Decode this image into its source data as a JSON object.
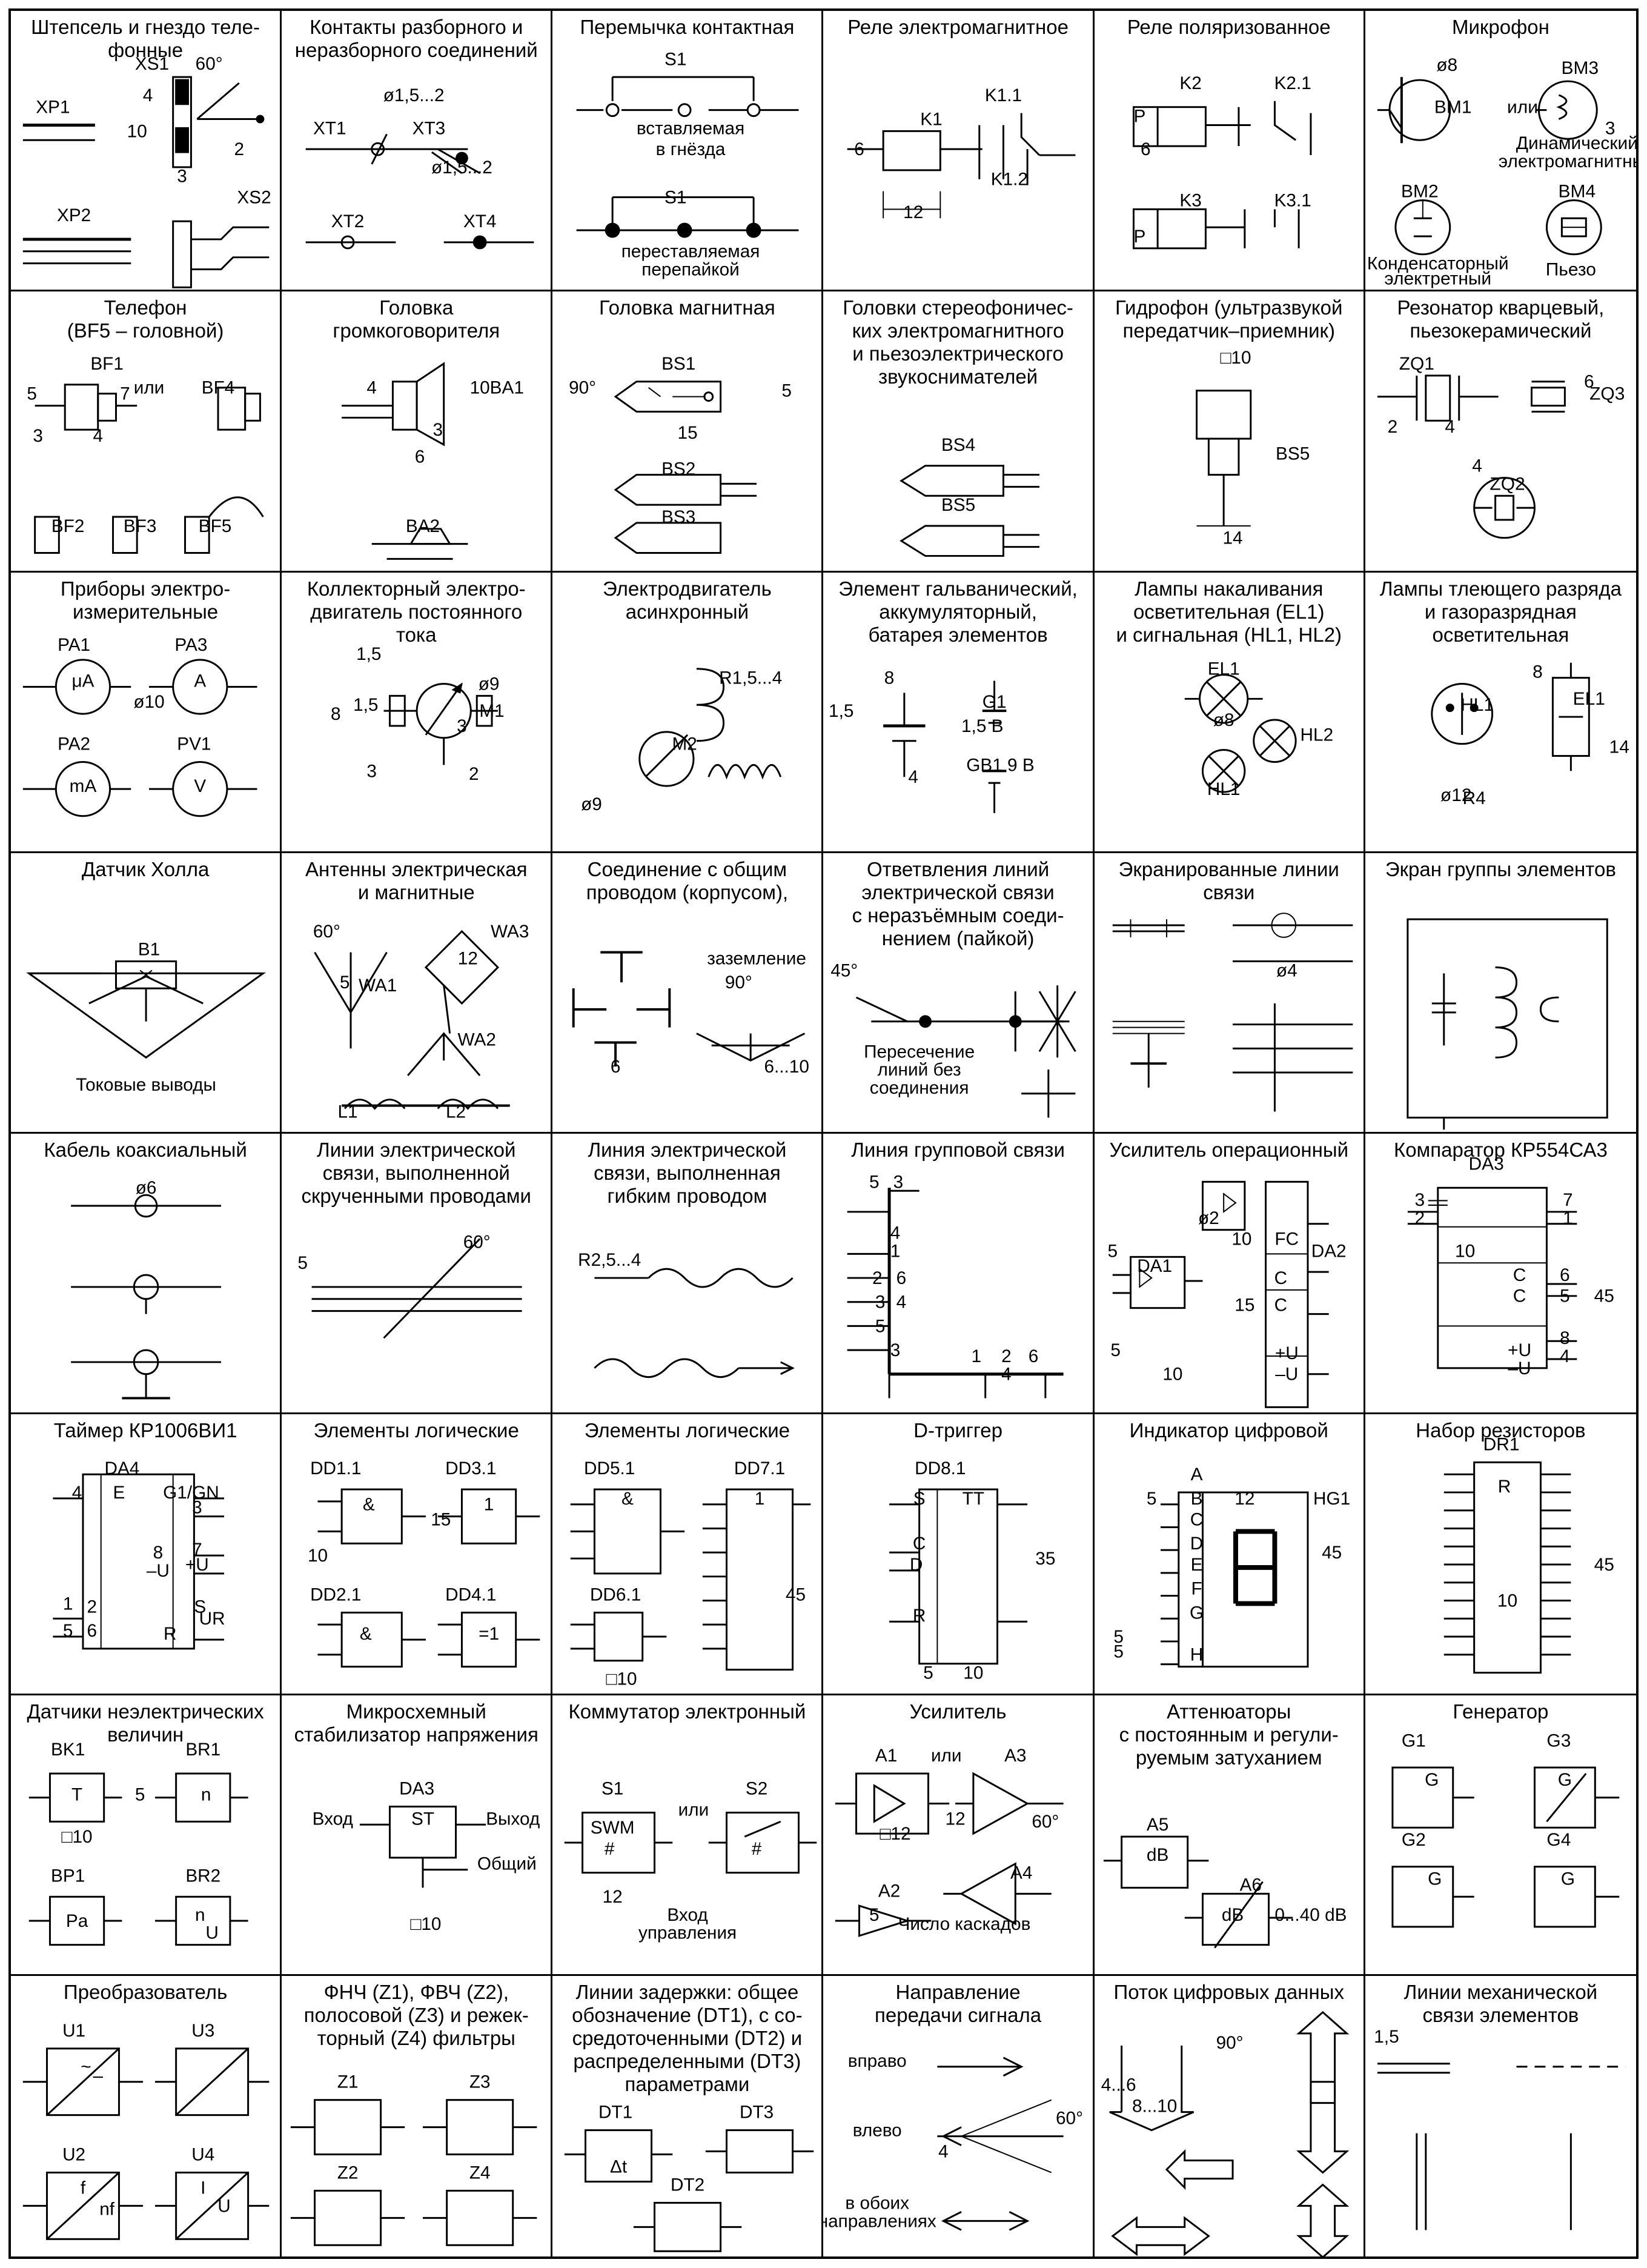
{
  "sheet": {
    "cells": [
      {
        "id": "c01",
        "title": "Штепсель и гнездо теле-\nфонные",
        "labels": [
          "XS1",
          "60°",
          "XP1",
          "4",
          "10",
          "3",
          "2",
          "XP2",
          "XS2"
        ],
        "symbol": "plug"
      },
      {
        "id": "c02",
        "title": "Контакты разборного и\nнеразборного соединений",
        "labels": [
          "ø1,5...2",
          "XT1",
          "XT3",
          "ø1,5...2",
          "XT2",
          "XT4"
        ],
        "symbol": "terminals"
      },
      {
        "id": "c03",
        "title": "Перемычка контактная",
        "labels": [
          "S1",
          "вставляемая",
          "в гнёзда",
          "S1",
          "переставляемая",
          "перепайкой"
        ],
        "symbol": "jumper"
      },
      {
        "id": "c04",
        "title": "Реле электромагнитное",
        "labels": [
          "K1.1",
          "K1",
          "6",
          "K1.2",
          "12"
        ],
        "symbol": "relay"
      },
      {
        "id": "c05",
        "title": "Реле поляризованное",
        "labels": [
          "K2",
          "K2.1",
          "P",
          "6",
          "K3",
          "K3.1",
          "P"
        ],
        "symbol": "prelay"
      },
      {
        "id": "c06",
        "title": "Микрофон",
        "labels": [
          "ø8",
          "BM3",
          "BM1",
          "или",
          "3",
          "Динамический",
          "электромагнитный",
          "BM2",
          "BM4",
          "Конденсаторный",
          "электретный",
          "Пьезо"
        ],
        "symbol": "mic"
      },
      {
        "id": "c07",
        "title": "Телефон\n(BF5 – головной)",
        "labels": [
          "BF1",
          "5",
          "7",
          "или",
          "BF4",
          "4",
          "3",
          "BF2",
          "BF3",
          "BF5"
        ],
        "symbol": "phone"
      },
      {
        "id": "c08",
        "title": "Головка\nгромкоговорителя",
        "labels": [
          "4",
          "10",
          "BA1",
          "3",
          "6",
          "BA2"
        ],
        "symbol": "speaker"
      },
      {
        "id": "c09",
        "title": "Головка магнитная",
        "labels": [
          "BS1",
          "90°",
          "5",
          "15",
          "BS2",
          "BS3"
        ],
        "symbol": "maghead"
      },
      {
        "id": "c10",
        "title": "Головки стереофоничес-\nких  электромагнитного\nи пьезоэлектрического\nзвукоснимателей",
        "labels": [
          "BS4",
          "BS5"
        ],
        "symbol": "pickup"
      },
      {
        "id": "c11",
        "title": "Гидрофон (ультразвукой\nпередатчик–приемник)",
        "labels": [
          "□10",
          "BS5",
          "14"
        ],
        "symbol": "hydrophone"
      },
      {
        "id": "c12",
        "title": "Резонатор кварцевый,\nпьезокерамический",
        "labels": [
          "ZQ1",
          "6",
          "ZQ3",
          "2",
          "4",
          "4",
          "ZQ2"
        ],
        "symbol": "crystal"
      },
      {
        "id": "c13",
        "title": "Приборы электро-\nизмерительные",
        "labels": [
          "PA1",
          "PA3",
          "μA",
          "A",
          "ø10",
          "PA2",
          "PV1",
          "mA",
          "V"
        ],
        "symbol": "meters"
      },
      {
        "id": "c14",
        "title": "Коллекторный электро-\nдвигатель постоянного\nтока",
        "labels": [
          "1,5",
          "ø9",
          "1,5",
          "8",
          "M1",
          "3",
          "3",
          "2"
        ],
        "symbol": "dcmotor"
      },
      {
        "id": "c15",
        "title": "Электродвигатель\nасинхронный",
        "labels": [
          "R1,5...4",
          "M2",
          "ø9"
        ],
        "symbol": "acmotor"
      },
      {
        "id": "c16",
        "title": "Элемент гальванический,\nаккумуляторный,\nбатарея элементов",
        "labels": [
          "8",
          "G1",
          "1,5 В",
          "1,5",
          "GB1 9 В",
          "4"
        ],
        "symbol": "battery"
      },
      {
        "id": "c17",
        "title": "Лампы накаливания\nосветительная (EL1)\nи сигнальная (HL1, HL2)",
        "labels": [
          "EL1",
          "ø8",
          "HL2",
          "HL1"
        ],
        "symbol": "lamps"
      },
      {
        "id": "c18",
        "title": "Лампы тлеющего разряда\nи газоразрядная\nосветительная",
        "labels": [
          "8",
          "EL1",
          "HL1",
          "14",
          "ø12",
          "R4"
        ],
        "symbol": "glow"
      },
      {
        "id": "c19",
        "title": "Датчик Холла",
        "labels": [
          "B1",
          "Токовые выводы"
        ],
        "symbol": "hall"
      },
      {
        "id": "c20",
        "title": "Антенны электрическая\nи магнитные",
        "labels": [
          "60°",
          "WA3",
          "12",
          "5",
          "WA1",
          "WA2",
          "L1",
          "L2"
        ],
        "symbol": "antenna"
      },
      {
        "id": "c21",
        "title": "Соединение с общим\nпроводом (корпусом),",
        "labels": [
          "заземление",
          "90°",
          "6",
          "6...10"
        ],
        "symbol": "ground"
      },
      {
        "id": "c22",
        "title": "Ответвления линий\nэлектрической связи\nс неразъёмным соеди-\nнением (пайкой)",
        "labels": [
          "45°",
          "Пересечение",
          "линий без",
          "соединения"
        ],
        "symbol": "junction"
      },
      {
        "id": "c23",
        "title": "Экранированные линии\nсвязи",
        "labels": [
          "ø4"
        ],
        "symbol": "shielded"
      },
      {
        "id": "c24",
        "title": "Экран группы элементов",
        "labels": [],
        "symbol": "screen"
      },
      {
        "id": "c25",
        "title": "Кабель коаксиальный",
        "labels": [
          "ø6"
        ],
        "symbol": "coax"
      },
      {
        "id": "c26",
        "title": "Линии электрической\nсвязи, выполненной\nскрученными проводами",
        "labels": [
          "60°",
          "5"
        ],
        "symbol": "twisted"
      },
      {
        "id": "c27",
        "title": "Линия электрической\nсвязи, выполненная\nгибким проводом",
        "labels": [
          "R2,5...4"
        ],
        "symbol": "flex"
      },
      {
        "id": "c28",
        "title": "Линия групповой связи",
        "labels": [
          "5",
          "3",
          "4",
          "1",
          "2",
          "6",
          "3",
          "4",
          "5",
          "3",
          "1",
          "2",
          "6",
          "4"
        ],
        "symbol": "bus"
      },
      {
        "id": "c29",
        "title": "Усилитель операционный",
        "labels": [
          "ø2",
          "10",
          "FC",
          "DA2",
          "DA1",
          "5",
          "15",
          "C",
          "C",
          "5",
          "10",
          "+U",
          "–U"
        ],
        "symbol": "opamp"
      },
      {
        "id": "c30",
        "title": "Компаратор КР554СА3",
        "labels": [
          "DA3",
          "3",
          "==",
          "7",
          "2",
          "1",
          "10",
          "C",
          "6",
          "C",
          "5",
          "45",
          "8",
          "+U",
          "4",
          "–U"
        ],
        "symbol": "comparator"
      },
      {
        "id": "c31",
        "title": "Таймер КР1006ВИ1",
        "labels": [
          "DA4",
          "4",
          "E",
          "G1/GN",
          "3",
          "7",
          "8",
          "+U",
          "–U",
          "1",
          "2",
          "S",
          "5",
          "6",
          "R",
          "UR"
        ],
        "symbol": "timer"
      },
      {
        "id": "c32",
        "title": "Элементы логические",
        "labels": [
          "DD1.1",
          "DD3.1",
          "&",
          "15",
          "1",
          "10",
          "DD2.1",
          "DD4.1",
          "&",
          "=1"
        ],
        "symbol": "logic1"
      },
      {
        "id": "c33",
        "title": "Элементы логические",
        "labels": [
          "DD5.1",
          "DD7.1",
          "&",
          "1",
          "45",
          "DD6.1",
          "□10"
        ],
        "symbol": "logic2"
      },
      {
        "id": "c34",
        "title": "D-триггер",
        "labels": [
          "DD8.1",
          "S",
          "TT",
          "C",
          "D",
          "35",
          "R",
          "5",
          "10"
        ],
        "symbol": "dtrigger"
      },
      {
        "id": "c35",
        "title": "Индикатор цифровой",
        "labels": [
          "A",
          "B",
          "12",
          "HG1",
          "5",
          "C",
          "D",
          "E",
          "F",
          "45",
          "G",
          "5",
          "5",
          "H"
        ],
        "symbol": "display"
      },
      {
        "id": "c36",
        "title": "Набор резисторов",
        "labels": [
          "DR1",
          "R",
          "45",
          "10"
        ],
        "symbol": "resarray"
      },
      {
        "id": "c37",
        "title": "Датчики неэлектрических\nвеличин",
        "labels": [
          "BK1",
          "BR1",
          "T",
          "5",
          "n",
          "□10",
          "BP1",
          "BR2",
          "Pa",
          "n",
          "U"
        ],
        "symbol": "sensors"
      },
      {
        "id": "c38",
        "title": "Микросхемный\nстабилизатор напряжения",
        "labels": [
          "DA3",
          "Вход",
          "ST",
          "Выход",
          "Общий",
          "□10"
        ],
        "symbol": "stabilizer"
      },
      {
        "id": "c39",
        "title": "Коммутатор электронный",
        "labels": [
          "S1",
          "или",
          "S2",
          "SWM",
          "#",
          "#",
          "12",
          "Вход",
          "управления"
        ],
        "symbol": "switch"
      },
      {
        "id": "c40",
        "title": "Усилитель",
        "labels": [
          "A1",
          "или",
          "A3",
          "60°",
          "12",
          "□12",
          "A4",
          "A2",
          "5",
          "Число каскадов"
        ],
        "symbol": "amp"
      },
      {
        "id": "c41",
        "title": "Аттенюаторы\nс постоянным и регули-\nруемым затуханием",
        "labels": [
          "A5",
          "dB",
          "A6",
          "dB",
          "0...40 dB"
        ],
        "symbol": "atten"
      },
      {
        "id": "c42",
        "title": "Генератор",
        "labels": [
          "G1",
          "G3",
          "G",
          "G",
          "G2",
          "G4",
          "G",
          "G"
        ],
        "symbol": "gen"
      },
      {
        "id": "c43",
        "title": "Преобразователь",
        "labels": [
          "U1",
          "U3",
          "~",
          "–",
          "U2",
          "U4",
          "f",
          "nf",
          "I",
          "U"
        ],
        "symbol": "converter"
      },
      {
        "id": "c44",
        "title": "ФНЧ (Z1), ФВЧ (Z2),\nполосовой (Z3) и режек-\nторный (Z4) фильтры",
        "labels": [
          "Z1",
          "Z3",
          "Z2",
          "Z4"
        ],
        "symbol": "filters"
      },
      {
        "id": "c45",
        "title": "Линии задержки: общее\nобозначение (DT1), с со-\nсредоточенными (DT2) и\nраспределенными (DT3)\nпараметрами",
        "labels": [
          "DT1",
          "DT3",
          "Δt",
          "DT2"
        ],
        "symbol": "delay"
      },
      {
        "id": "c46",
        "title": "Направление\nпередачи сигнала",
        "labels": [
          "вправо",
          "влево",
          "60°",
          "4",
          "в обоих",
          "направлениях"
        ],
        "symbol": "direction"
      },
      {
        "id": "c47",
        "title": "Поток цифровых данных",
        "labels": [
          "90°",
          "4...6",
          "8...10"
        ],
        "symbol": "dataflow"
      },
      {
        "id": "c48",
        "title": "Линии механической\nсвязи элементов",
        "labels": [
          "1,5"
        ],
        "symbol": "mechlink"
      }
    ]
  }
}
